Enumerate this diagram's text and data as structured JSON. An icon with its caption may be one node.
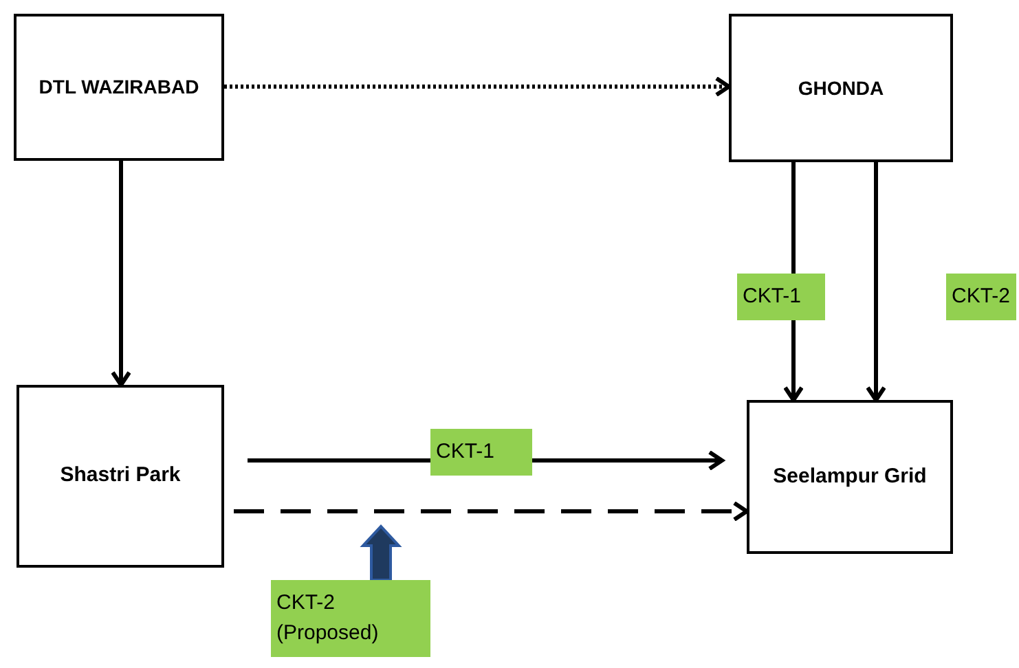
{
  "diagram": {
    "nodes": [
      {
        "text": [
          "DTL WAZIRABAD"
        ]
      },
      {
        "text": [
          "GHONDA"
        ]
      },
      {
        "text": [
          "Shastri Park"
        ]
      },
      {
        "text": [
          "Seelampur Grid"
        ]
      }
    ],
    "edges": [
      {
        "from": 0,
        "to": 1,
        "arrow": "to",
        "style": "dashed"
      },
      {
        "from": 0,
        "to": 2,
        "arrow": "to"
      },
      {
        "from": 1,
        "to": 3,
        "arrow": "to",
        "label": "CKT-1"
      },
      {
        "from": 1,
        "to": 3,
        "arrow": "to",
        "label": "CKT-2"
      },
      {
        "from": 2,
        "to": 3,
        "arrow": "to",
        "label": "CKT-1"
      },
      {
        "from": 2,
        "to": 3,
        "arrow": "to",
        "label": "CKT-2 (Proposed)",
        "style": "dashed"
      }
    ]
  }
}
